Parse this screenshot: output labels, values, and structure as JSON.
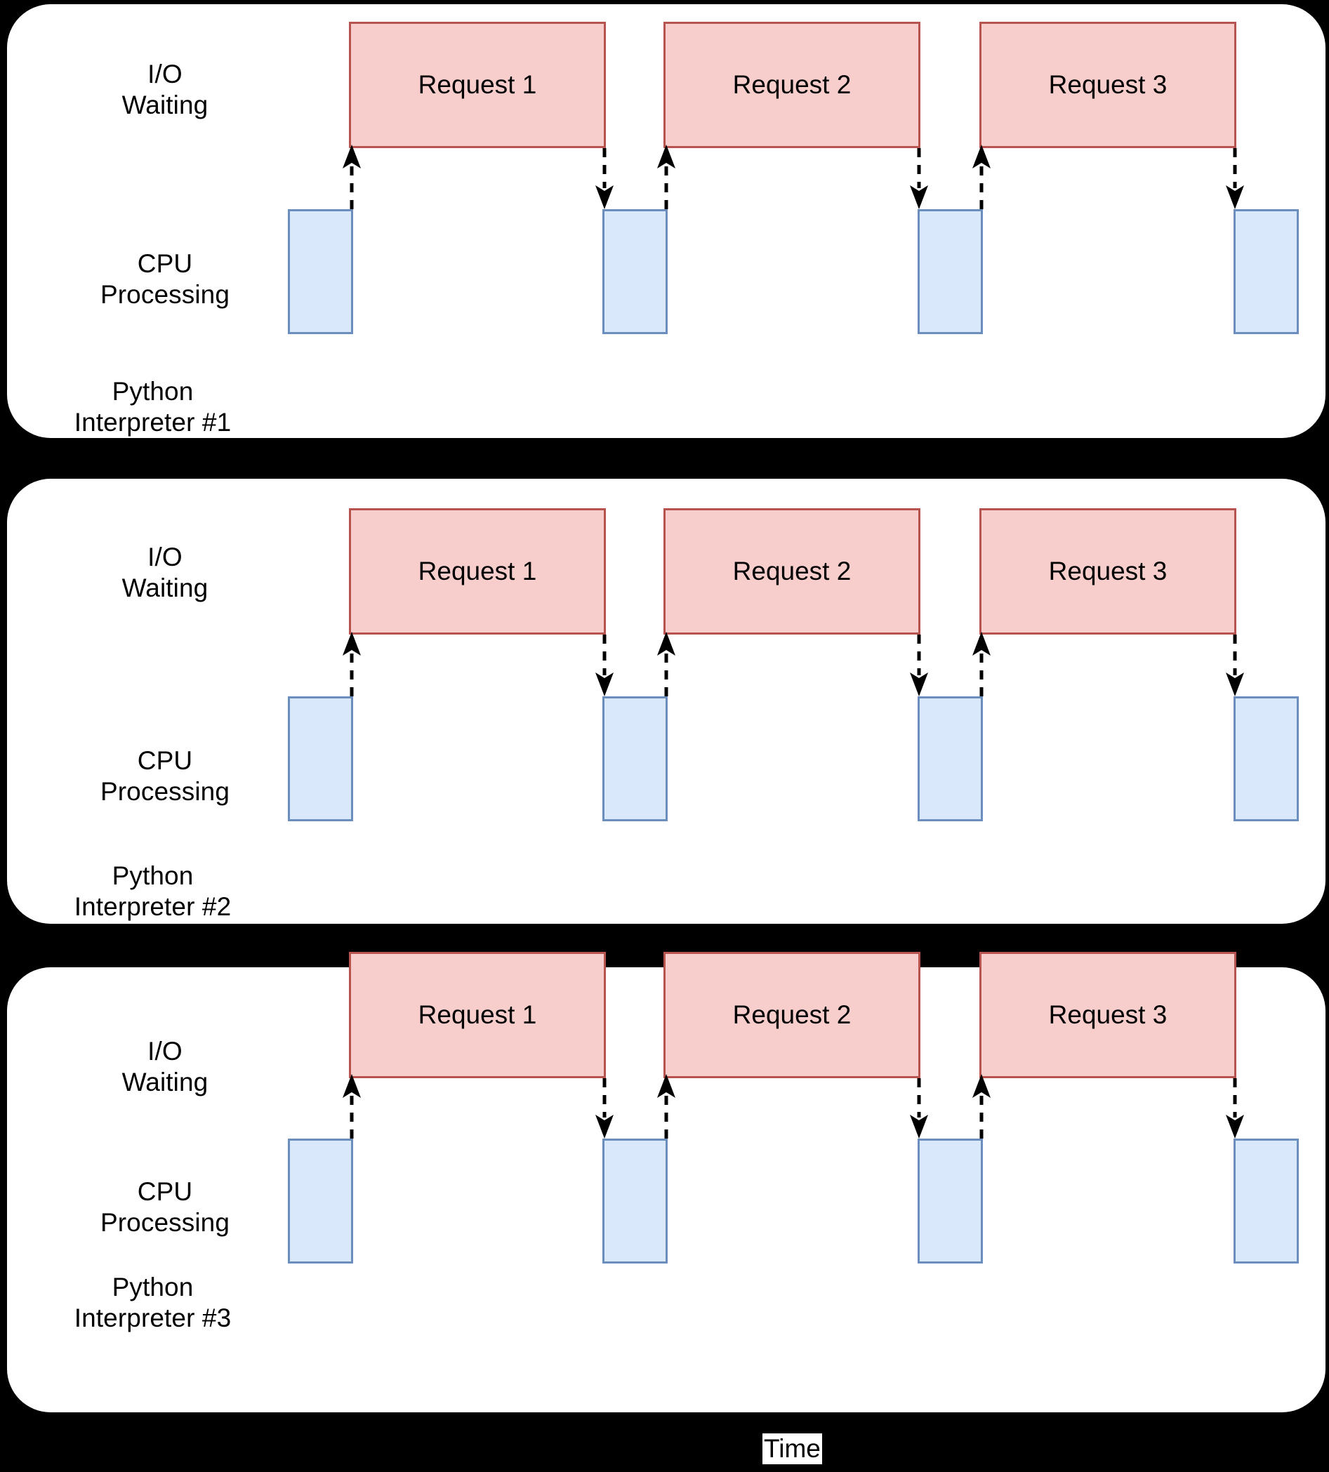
{
  "diagram": {
    "title_axis": "Time",
    "background_color": "#000000",
    "panel_color": "#ffffff",
    "io_box_fill": "#f8cecc",
    "io_box_stroke": "#b85450",
    "cpu_box_fill": "#dae8fc",
    "cpu_box_stroke": "#6c8ebf",
    "arrow_color": "#000000",
    "lane_labels": {
      "io": "I/O\nWaiting",
      "cpu": "CPU\nProcessing"
    },
    "panels": [
      {
        "interpreter_label": "Python\nInterpreter #1",
        "io_label": "I/O\nWaiting",
        "cpu_label": "CPU\nProcessing",
        "requests": [
          "Request 1",
          "Request 2",
          "Request 3"
        ],
        "cpu_slots": 4
      },
      {
        "interpreter_label": "Python\nInterpreter #2",
        "io_label": "I/O\nWaiting",
        "cpu_label": "CPU\nProcessing",
        "requests": [
          "Request 1",
          "Request 2",
          "Request 3"
        ],
        "cpu_slots": 4
      },
      {
        "interpreter_label": "Python\nInterpreter #3",
        "io_label": "I/O\nWaiting",
        "cpu_label": "CPU\nProcessing",
        "requests": [
          "Request 1",
          "Request 2",
          "Request 3"
        ],
        "cpu_slots": 4
      }
    ]
  }
}
